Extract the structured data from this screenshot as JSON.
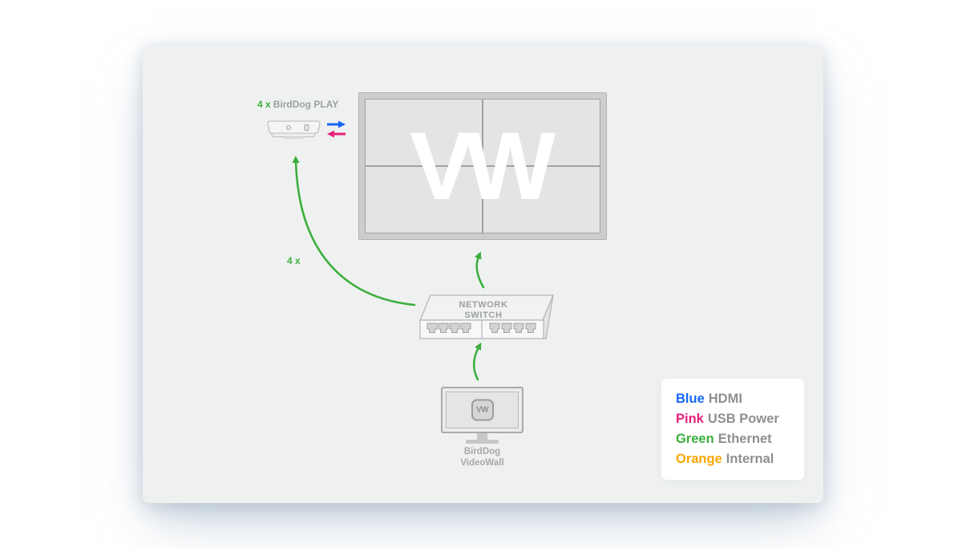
{
  "diagram": {
    "play": {
      "count": "4 x",
      "name": "BirdDog PLAY"
    },
    "multiplier": "4 x",
    "wall": {
      "logo": "VW"
    },
    "switch": {
      "line1": "NETWORK",
      "line2": "SWITCH"
    },
    "videowall_device": {
      "badge": "VW",
      "label_line1": "BirdDog",
      "label_line2": "VideoWall"
    }
  },
  "legend": {
    "items": [
      {
        "word": "Blue",
        "label": "HDMI",
        "color": "#1566f5"
      },
      {
        "word": "Pink",
        "label": "USB Power",
        "color": "#e9217c"
      },
      {
        "word": "Green",
        "label": "Ethernet",
        "color": "#3bae3c"
      },
      {
        "word": "Orange",
        "label": "Internal",
        "color": "#f9a602"
      }
    ]
  },
  "colors": {
    "canvas_bg": "#eff1f0",
    "page_bg": "#ffffff",
    "hdmi_blue": "#1566f5",
    "usb_pink": "#e9217c",
    "ethernet_green": "#3bae3c",
    "internal_orange": "#f9a602",
    "gray_text": "#9ba0a0",
    "wall_frame": "#cbcdce",
    "wall_panel": "#e3e4e5",
    "wall_logo": "#ffffff"
  }
}
